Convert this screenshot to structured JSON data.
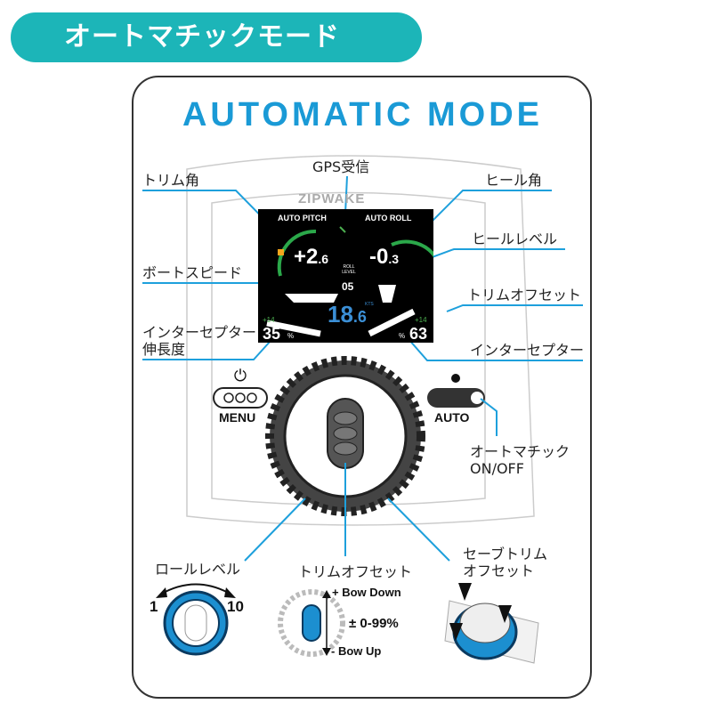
{
  "banner": {
    "title": "オートマチックモード"
  },
  "device": {
    "title": "AUTOMATIC MODE",
    "brand": "ZIPWAKE",
    "menu_label": "MENU",
    "auto_label": "AUTO"
  },
  "screen": {
    "auto_pitch": "AUTO PITCH",
    "auto_roll": "AUTO ROLL",
    "pitch_value": "+2",
    "pitch_decimal": ".6",
    "roll_value": "-0",
    "roll_decimal": ".3",
    "roll_level_label": "ROLL LEVEL",
    "roll_level_value": "05",
    "speed_value": "18",
    "speed_decimal": ".6",
    "speed_unit": "KTS",
    "left_offset": "+14",
    "left_percent": "35",
    "right_offset": "+14",
    "right_percent": "63",
    "percent_sign": "%"
  },
  "callouts": {
    "trim_angle": "トリム角",
    "gps": "GPS受信",
    "heel_angle": "ヒール角",
    "heel_level": "ヒールレベル",
    "boat_speed": "ボートスピード",
    "trim_offset": "トリムオフセット",
    "interceptor_extension_1": "インターセプター",
    "interceptor_extension_2": "伸長度",
    "interceptor": "インターセプター",
    "auto_onoff_1": "オートマチック",
    "auto_onoff_2": "ON/OFF"
  },
  "bottom": {
    "roll_level": "ロールレベル",
    "roll_min": "1",
    "roll_max": "10",
    "trim_offset": "トリムオフセット",
    "bow_down": "+ Bow Down",
    "range": "± 0-99%",
    "bow_up": "- Bow Up",
    "save_trim_1": "セーブトリム",
    "save_trim_2": "オフセット"
  },
  "colors": {
    "banner": "#1cb5b8",
    "accent": "#1a9ad6",
    "leader": "#1ea0dc"
  }
}
